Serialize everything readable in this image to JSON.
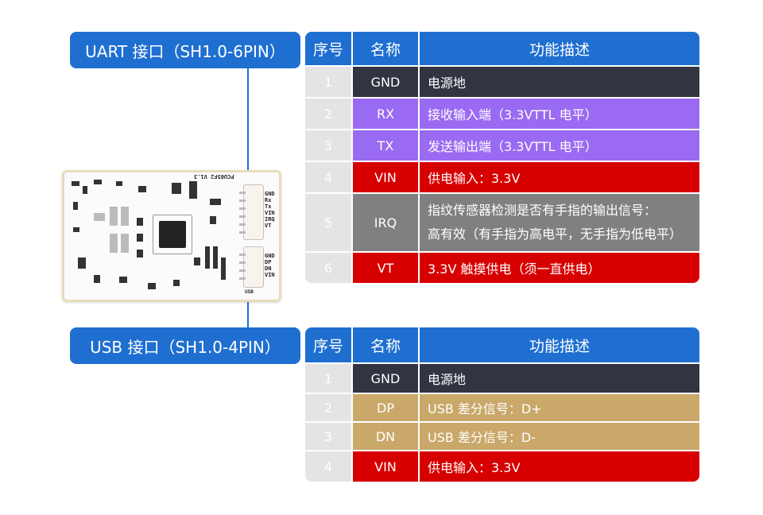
{
  "uart_label": "UART 接口（SH1.0-6PIN）",
  "usb_label": "USB 接口（SH1.0-4PIN）",
  "headers": {
    "no": "序号",
    "name": "名称",
    "desc": "功能描述"
  },
  "uart_rows": [
    {
      "no": "1",
      "name": "GND",
      "desc": "电源地",
      "color": "#323441"
    },
    {
      "no": "2",
      "name": "RX",
      "desc": "接收输入端（3.3VTTL 电平）",
      "color": "#9a6af2"
    },
    {
      "no": "3",
      "name": "TX",
      "desc": "发送输出端（3.3VTTL 电平）",
      "color": "#9a6af2"
    },
    {
      "no": "4",
      "name": "VIN",
      "desc": "供电输入：3.3V",
      "color": "#d70000"
    },
    {
      "no": "5",
      "name": "IRQ",
      "desc_line1": "指纹传感器检测是否有手指的输出信号：",
      "desc_line2": "高有效（有手指为高电平，无手指为低电平）",
      "color": "#808080"
    },
    {
      "no": "6",
      "name": "VT",
      "desc": "3.3V 触摸供电（须一直供电）",
      "color": "#d70000"
    }
  ],
  "usb_rows": [
    {
      "no": "1",
      "name": "GND",
      "desc": "电源地",
      "color": "#323441"
    },
    {
      "no": "2",
      "name": "DP",
      "desc": "USB 差分信号：D+",
      "color": "#c9a86a"
    },
    {
      "no": "3",
      "name": "DN",
      "desc": "USB 差分信号：D-",
      "color": "#c9a86a"
    },
    {
      "no": "4",
      "name": "VIN",
      "desc": "供电输入：3.3V",
      "color": "#d70000"
    }
  ],
  "board_silk": {
    "uart_pins": [
      "GND",
      "Rx",
      "Tx",
      "VIN",
      "IRQ",
      "VT"
    ],
    "usb_pins": [
      "GND",
      "DP",
      "DN",
      "VIN"
    ],
    "model": "PCU65F2 V1.3",
    "usb_tag": "USB"
  }
}
